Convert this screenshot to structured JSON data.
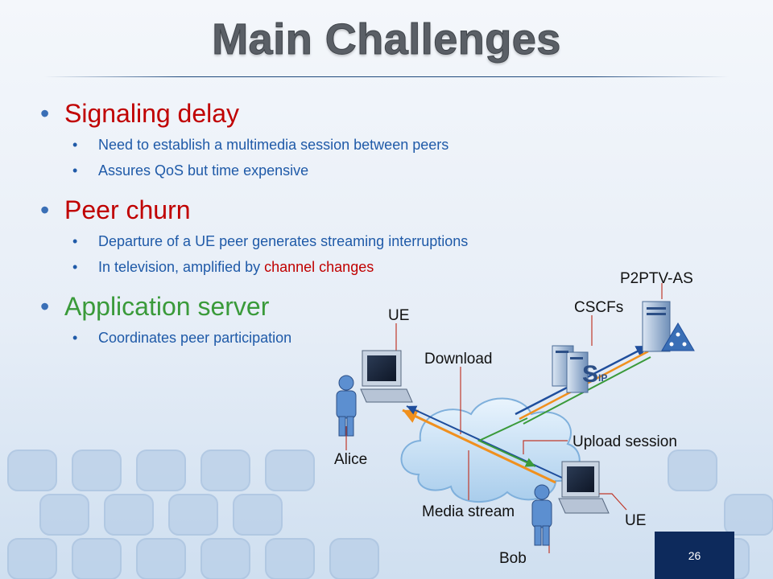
{
  "slide": {
    "title": "Main Challenges",
    "page_number": "26"
  },
  "bullets": {
    "signaling": {
      "heading": "Signaling delay",
      "sub1": "Need to establish a multimedia session between peers",
      "sub2": "Assures QoS but time expensive"
    },
    "churn": {
      "heading": "Peer churn",
      "sub1": "Departure of a UE peer generates streaming interruptions",
      "sub2_prefix": "In television, amplified by ",
      "sub2_highlight": "channel changes"
    },
    "server": {
      "heading": "Application server",
      "sub1": "Coordinates peer participation"
    }
  },
  "diagram": {
    "labels": {
      "p2ptv_as": "P2PTV-AS",
      "cscfs": "CSCFs",
      "ue_top": "UE",
      "download": "Download",
      "upload_session": "Upload session",
      "alice": "Alice",
      "media_stream": "Media stream",
      "ue_bottom": "UE",
      "bob": "Bob"
    },
    "sip_logo": {
      "big": "S",
      "small": "IP"
    },
    "icons": [
      "cloud-icon",
      "computer-icon",
      "person-icon",
      "server-icon",
      "sip-logo-icon"
    ],
    "colors": {
      "signaling_arrow": "#1f4e9c",
      "stream_arrow": "#f0901e",
      "upload_arrow": "#3a9a3a"
    }
  },
  "colors": {
    "heading_red": "#c00000",
    "heading_green": "#3a9a3a",
    "subtext_blue": "#1f5aa8",
    "page_box": "#0d2a5c"
  }
}
